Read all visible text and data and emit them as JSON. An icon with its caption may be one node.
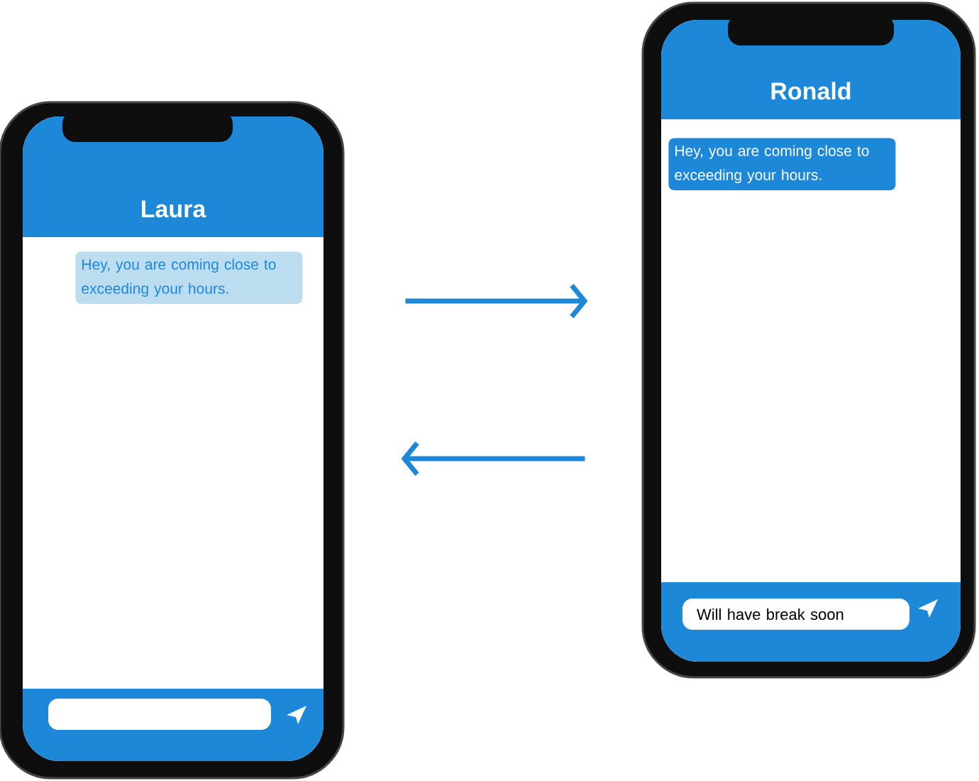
{
  "diagram": {
    "nodes": [
      {
        "text": [
          "Laura"
        ]
      },
      {
        "text": [
          "Hey, you are coming close to exceeding your hours."
        ],
        "in": 0
      },
      {
        "text": [],
        "shape": "box",
        "in": 0
      },
      {
        "text": [
          "Ronald"
        ]
      },
      {
        "text": [
          "Hey, you are coming close to exceeding your hours."
        ],
        "in": 3
      },
      {
        "text": [
          "Will have break soon"
        ],
        "in": 3
      }
    ],
    "edges": [
      {
        "from": 0,
        "to": 3,
        "arrow": "to"
      },
      {
        "from": 3,
        "to": 0,
        "arrow": "to"
      }
    ]
  }
}
